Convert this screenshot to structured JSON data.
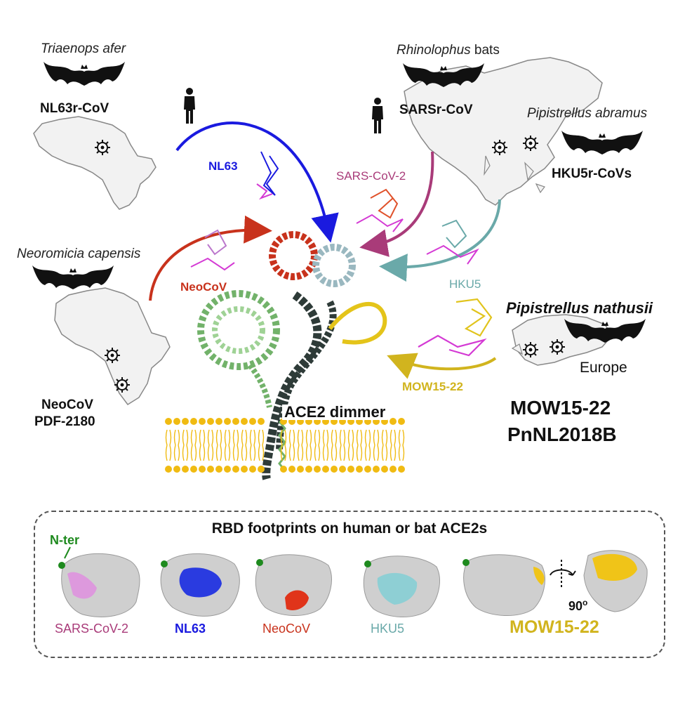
{
  "species": {
    "triaenops": "Triaenops afer",
    "rhinolophus_italic": "Rhinolophus",
    "rhinolophus_rest": " bats",
    "pipistrellus_abramus": "Pipistrellus abramus",
    "neoromicia": "Neoromicia capensis",
    "pipistrellus_nathusii": "Pipistrellus nathusii"
  },
  "viruses": {
    "nl63r": "NL63r-CoV",
    "sarsr": "SARSr-CoV",
    "hku5r": "HKU5r-CoVs",
    "neocov": "NeoCoV",
    "pdf": "PDF-2180",
    "mow_big": "MOW15-22",
    "pnnl": "PnNL2018B"
  },
  "regions": {
    "europe": "Europe"
  },
  "arrows": {
    "nl63": "NL63",
    "sars2": "SARS-CoV-2",
    "hku5": "HKU5",
    "neocov": "NeoCoV",
    "mow": "MOW15-22"
  },
  "receptor": {
    "label": "ACE2 dimmer"
  },
  "footprints": {
    "title": "RBD footprints on human or bat ACE2s",
    "nter": "N-ter",
    "rotation": "90",
    "rotation_sup": "o",
    "items": [
      {
        "label": "SARS-CoV-2"
      },
      {
        "label": "NL63"
      },
      {
        "label": "NeoCoV"
      },
      {
        "label": "HKU5"
      },
      {
        "label": "MOW15-22"
      }
    ]
  },
  "colors": {
    "nl63": "#1a1adf",
    "sars2": "#a93b79",
    "hku5": "#6aa9a9",
    "neocov": "#c8321c",
    "mow": "#d1b41e",
    "membrane": "#f0bb12",
    "ace2_dark": "#2e3b38",
    "ace2_green": "#72b26a",
    "nter": "#1e8a1e",
    "sars2_fp": "#dd99dd",
    "nl63_fp": "#2a3be0",
    "neocov_fp": "#e0341a",
    "hku5_fp": "#8ecfd4",
    "mow_fp": "#f0c418"
  }
}
